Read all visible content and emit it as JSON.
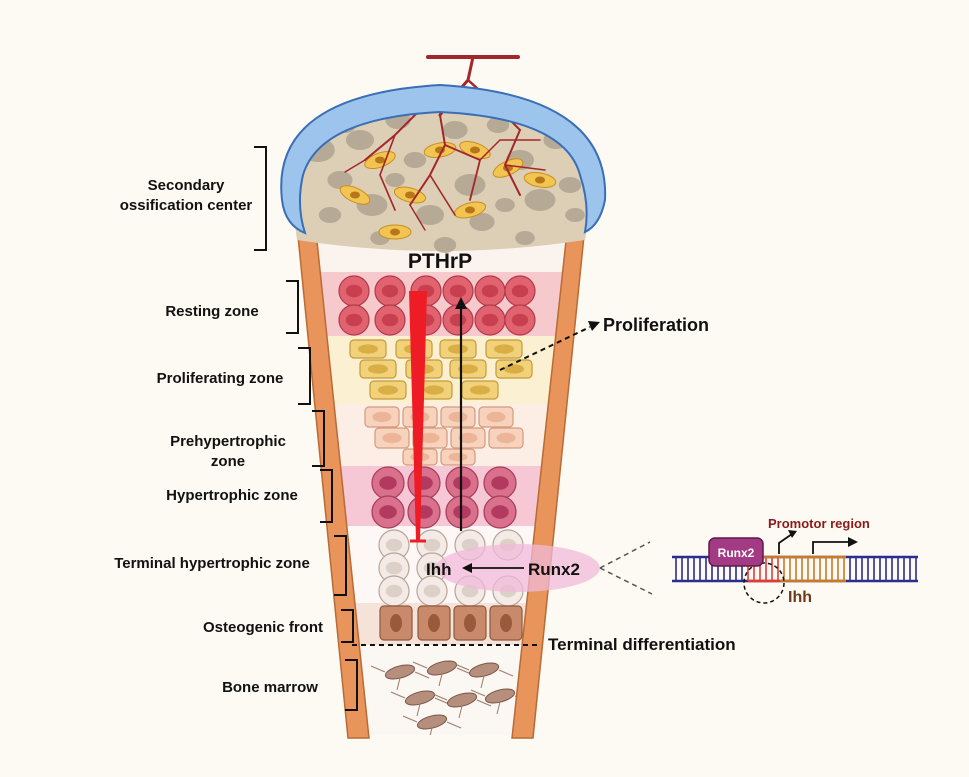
{
  "zones": [
    {
      "key": "secondary",
      "lines": [
        "Secondary",
        "ossification center"
      ]
    },
    {
      "key": "resting",
      "lines": [
        "Resting zone"
      ]
    },
    {
      "key": "proliferating",
      "lines": [
        "Proliferating zone"
      ]
    },
    {
      "key": "prehypertrophic",
      "lines": [
        "Prehypertrophic",
        "zone"
      ]
    },
    {
      "key": "hypertrophic",
      "lines": [
        "Hypertrophic zone"
      ]
    },
    {
      "key": "terminal",
      "lines": [
        "Terminal hypertrophic zone"
      ]
    },
    {
      "key": "osteogenic",
      "lines": [
        "Osteogenic front"
      ]
    },
    {
      "key": "marrow",
      "lines": [
        "Bone marrow"
      ]
    }
  ],
  "annotations": {
    "pthrp": "PTHrP",
    "proliferation": "Proliferation",
    "ihh": "Ihh",
    "runx2": "Runx2",
    "terminal_diff": "Terminal differentiation"
  },
  "inset": {
    "protein": "Runx2",
    "promoter": "Promotor region",
    "gene": "Ihh",
    "colors": {
      "protein": "#a23a84",
      "promoter_text": "#8b1a1a",
      "gene_text": "#6b3a1a",
      "dna_blue": "#2b2d8f",
      "dna_orange": "#c77a2a"
    }
  },
  "colors": {
    "cortex": "#e8945a",
    "cap": "#9cc4ec",
    "resting": "#e0636f",
    "proliferating": "#f1d27a",
    "prehypertrophic": "#f7d2bd",
    "hypertrophic": "#d9708c",
    "terminal": "#f4eae6",
    "osteogenic": "#c98a6c",
    "inhibitor": "#ee1c25",
    "vessel": "#a3262a"
  }
}
